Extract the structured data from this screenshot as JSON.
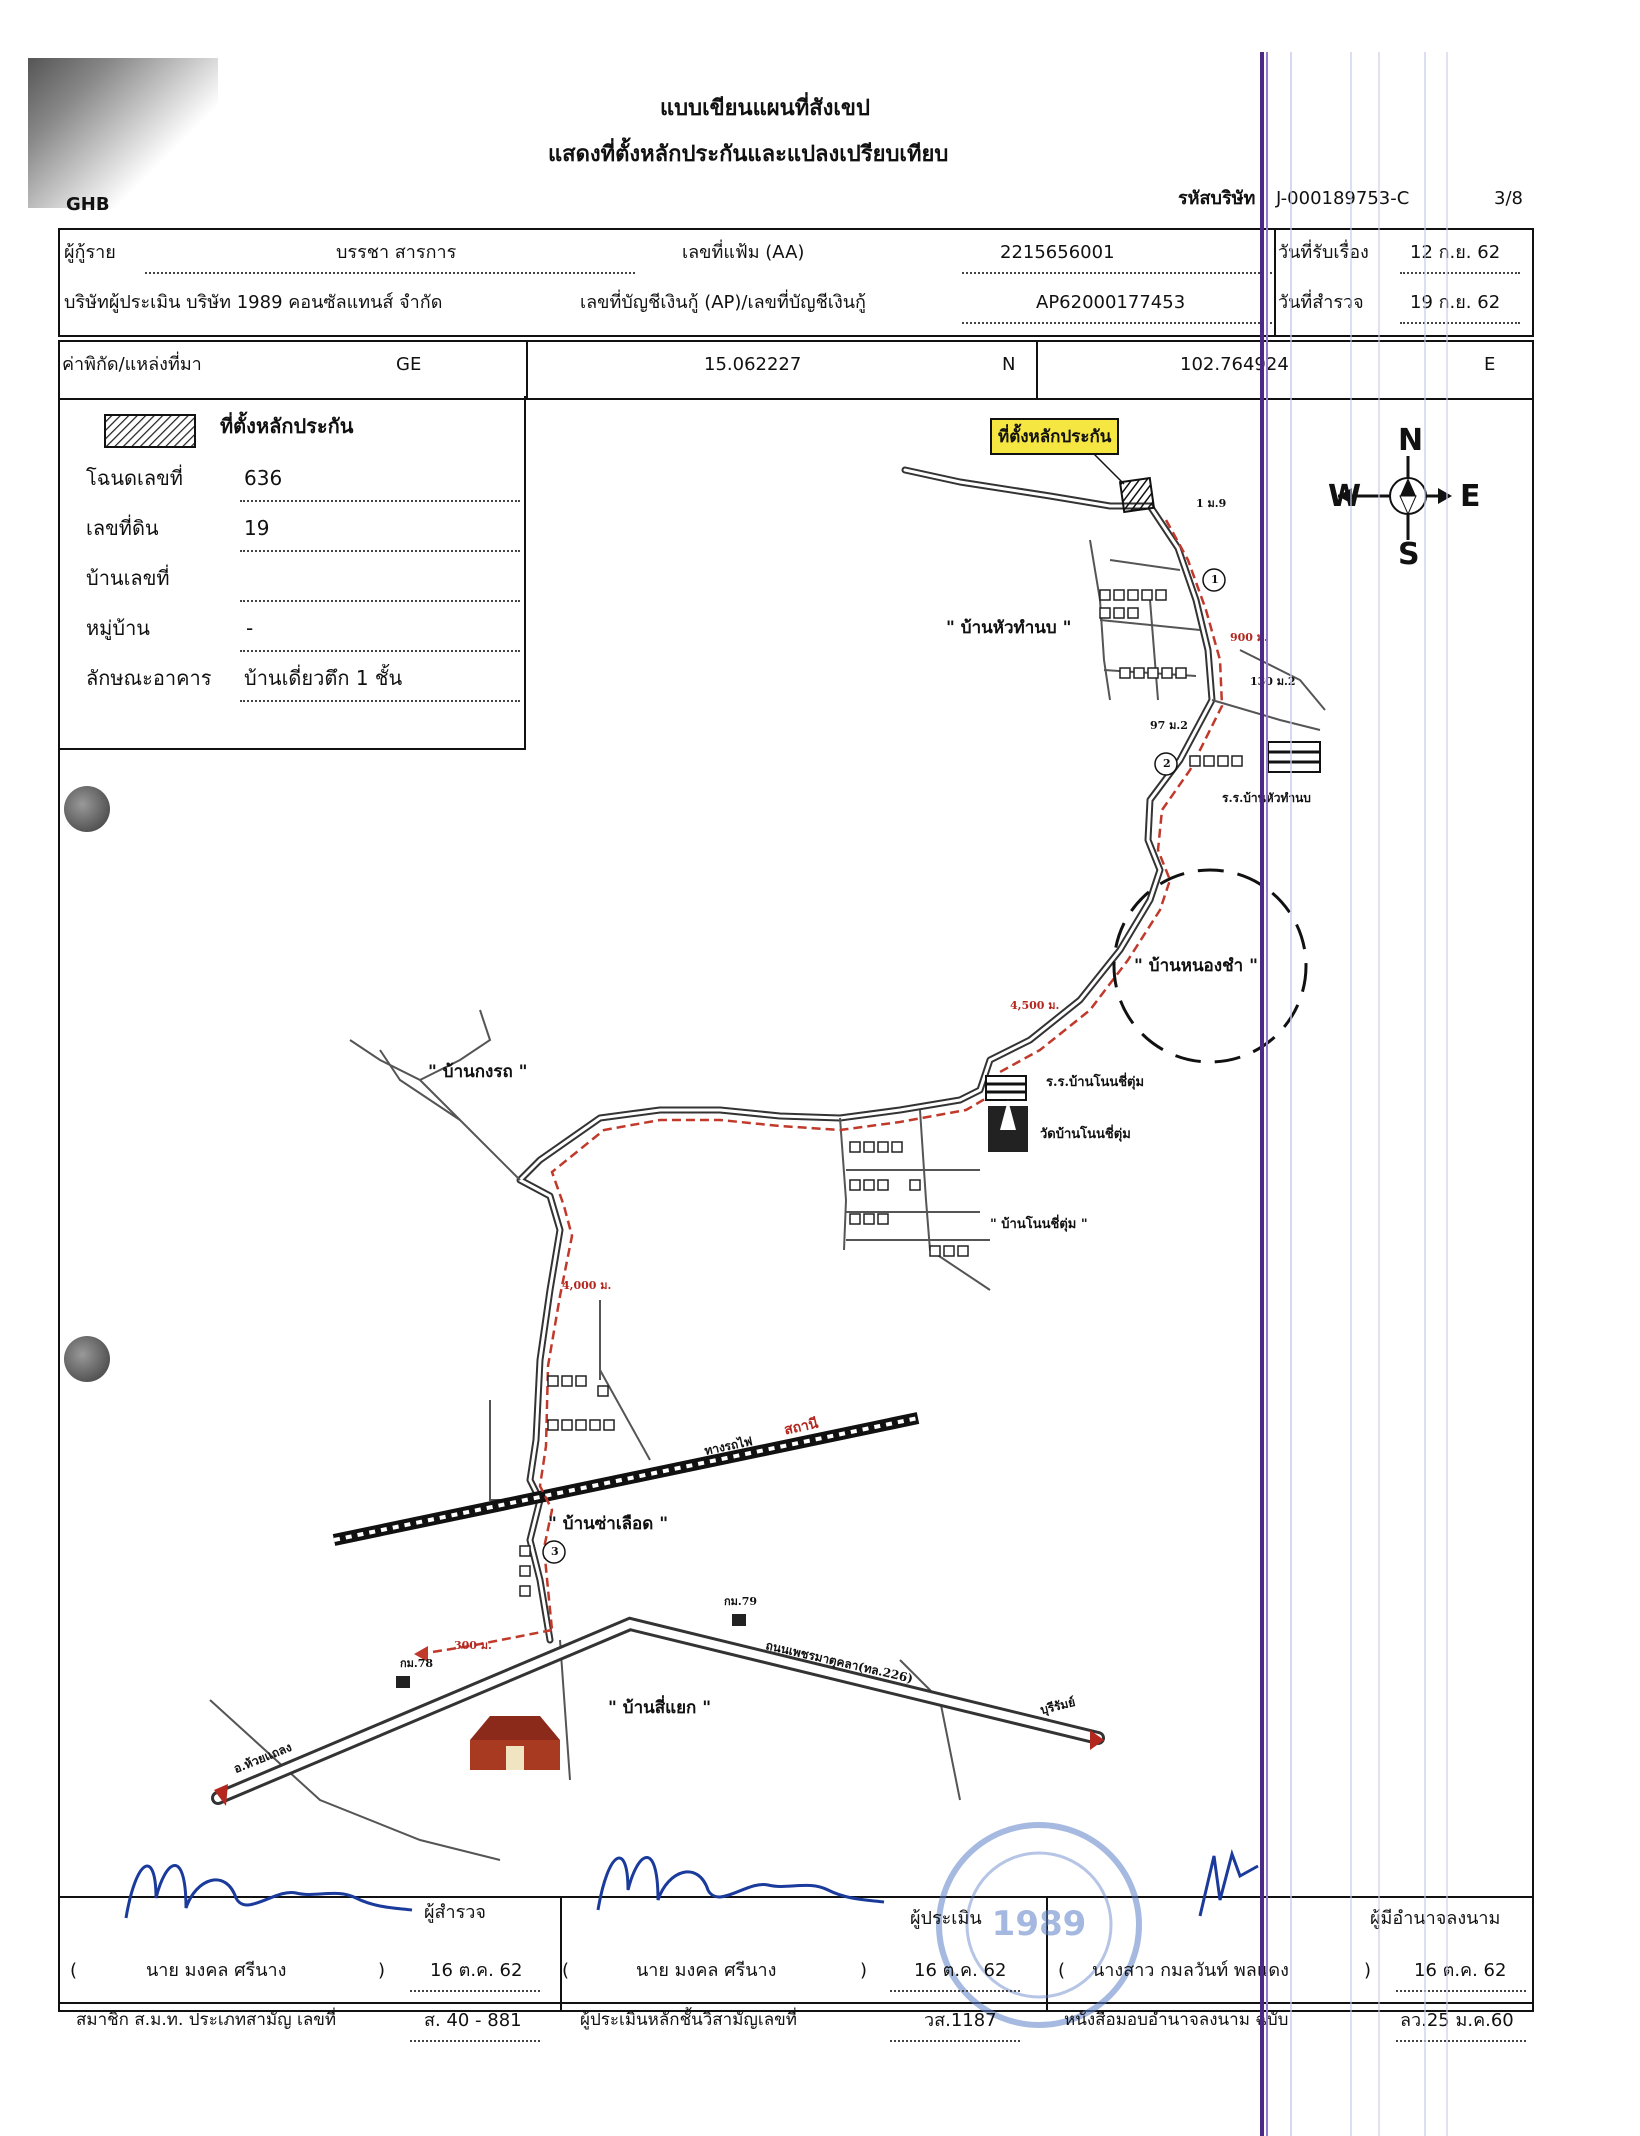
{
  "header": {
    "title_line1": "แบบเขียนแผนที่สังเขป",
    "title_line2": "แสดงที่ตั้งหลักประกันและแปลงเปรียบเทียบ",
    "logo_text": "GHB",
    "company_code_label": "รหัสบริษัท",
    "company_code": "J-000189753-C",
    "page_number": "3/8"
  },
  "info": {
    "borrower_label": "ผู้กู้ราย",
    "borrower_name": "บรรชา สารการ",
    "file_no_label": "เลขที่แฟ้ม (AA)",
    "file_no": "2215656001",
    "received_label": "วันที่รับเรื่อง",
    "received_date": "12 ก.ย. 62",
    "appraiser_company": "บริษัทผู้ประเมิน บริษัท 1989 คอนซัลแทนส์ จำกัด",
    "account_label": "เลขที่บัญชีเงินกู้ (AP)/เลขที่บัญชีเงินกู้",
    "account_no": "AP62000177453",
    "survey_label": "วันที่สำรวจ",
    "survey_date": "19 ก.ย. 62"
  },
  "coords": {
    "label": "ค่าพิกัด/แหล่งที่มา",
    "source": "GE",
    "lat": "15.062227",
    "lat_dir": "N",
    "lon": "102.764924",
    "lon_dir": "E"
  },
  "legend": {
    "title": "ที่ตั้งหลักประกัน",
    "deed_label": "โฉนดเลขที่",
    "deed_no": "636",
    "land_label": "เลขที่ดิน",
    "land_no": "19",
    "house_label": "บ้านเลขที่",
    "house_no": "",
    "village_label": "หมู่บ้าน",
    "village": "-",
    "building_label": "ลักษณะอาคาร",
    "building": "บ้านเดี่ยวตึก 1 ชั้น"
  },
  "map": {
    "collateral_tag": "ที่ตั้งหลักประกัน",
    "compass": {
      "n": "N",
      "s": "S",
      "e": "E",
      "w": "W"
    },
    "labels": {
      "ban_hua_thanop": "\" บ้านหัวทำนบ \"",
      "ban_nong_cha": "\" บ้านหนองชำ \"",
      "ban_kong_rot": "\" บ้านกงรถ \"",
      "ban_non_si_tum": "\" บ้านโนนชี่ตุ่ม \"",
      "ban_sam_lot": "\" บ้านซ่าเลือด \"",
      "ban_si_yaek": "\" บ้านสี่แยก \"",
      "school_hua_thanop": "ร.ร.บ้านหัวทำนบ",
      "school_non_si_tum": "ร.ร.บ้านโนนชี่ตุ่ม",
      "temple_non_si_tum": "วัดบ้านโนนชี่ตุ่ม",
      "railway": "ทางรถไฟ",
      "railway_station": "สถานี",
      "highway": "ถนนเพชรมาตุคลา(ทล.226)",
      "to_buriram": "บุรีรัมย์",
      "to_other": "อ.ห้วยแถลง",
      "km79": "กม.79",
      "km78": "กม.78",
      "house_1mu9": "1 ม.9",
      "house_130mu2": "130 ม.2",
      "house_97mu2": "97 ม.2",
      "marker1": "1",
      "marker2": "2",
      "marker3": "3"
    },
    "distances": {
      "d900": "900 ม.",
      "d4500": "4,500 ม.",
      "d4000": "4,000 ม.",
      "d300": "300 ม."
    }
  },
  "footer": {
    "surveyor_role": "ผู้สำรวจ",
    "surveyor_name": "นาย มงคล ศรีนาง",
    "surveyor_date": "16 ต.ค. 62",
    "member_label": "สมาชิก ส.ม.ท. ประเภทสามัญ เลขที่",
    "member_no": "ส. 40 - 881",
    "appraiser_role": "ผู้ประเมิน",
    "appraiser_name": "นาย มงคล ศรีนาง",
    "appraiser_date": "16 ต.ค. 62",
    "appraiser_license_label": "ผู้ประเมินหลักชั้นวิสามัญเลขที่",
    "appraiser_license": "วส.1187",
    "signer_role": "ผู้มีอำนาจลงนาม",
    "signer_name": "นางสาว กมลวันท์ พลแดง",
    "signer_date": "16 ต.ค. 62",
    "authority_label": "หนังสือมอบอำนาจลงนาม ฉบับ",
    "authority_date": "ลว.25 ม.ค.60",
    "stamp_text": "1989"
  },
  "colors": {
    "route": "#c0392b",
    "road": "#333333",
    "tag_bg": "#f5e642",
    "scan_purple": "#7b3fb3",
    "scan_blue": "#4f7cc7"
  }
}
